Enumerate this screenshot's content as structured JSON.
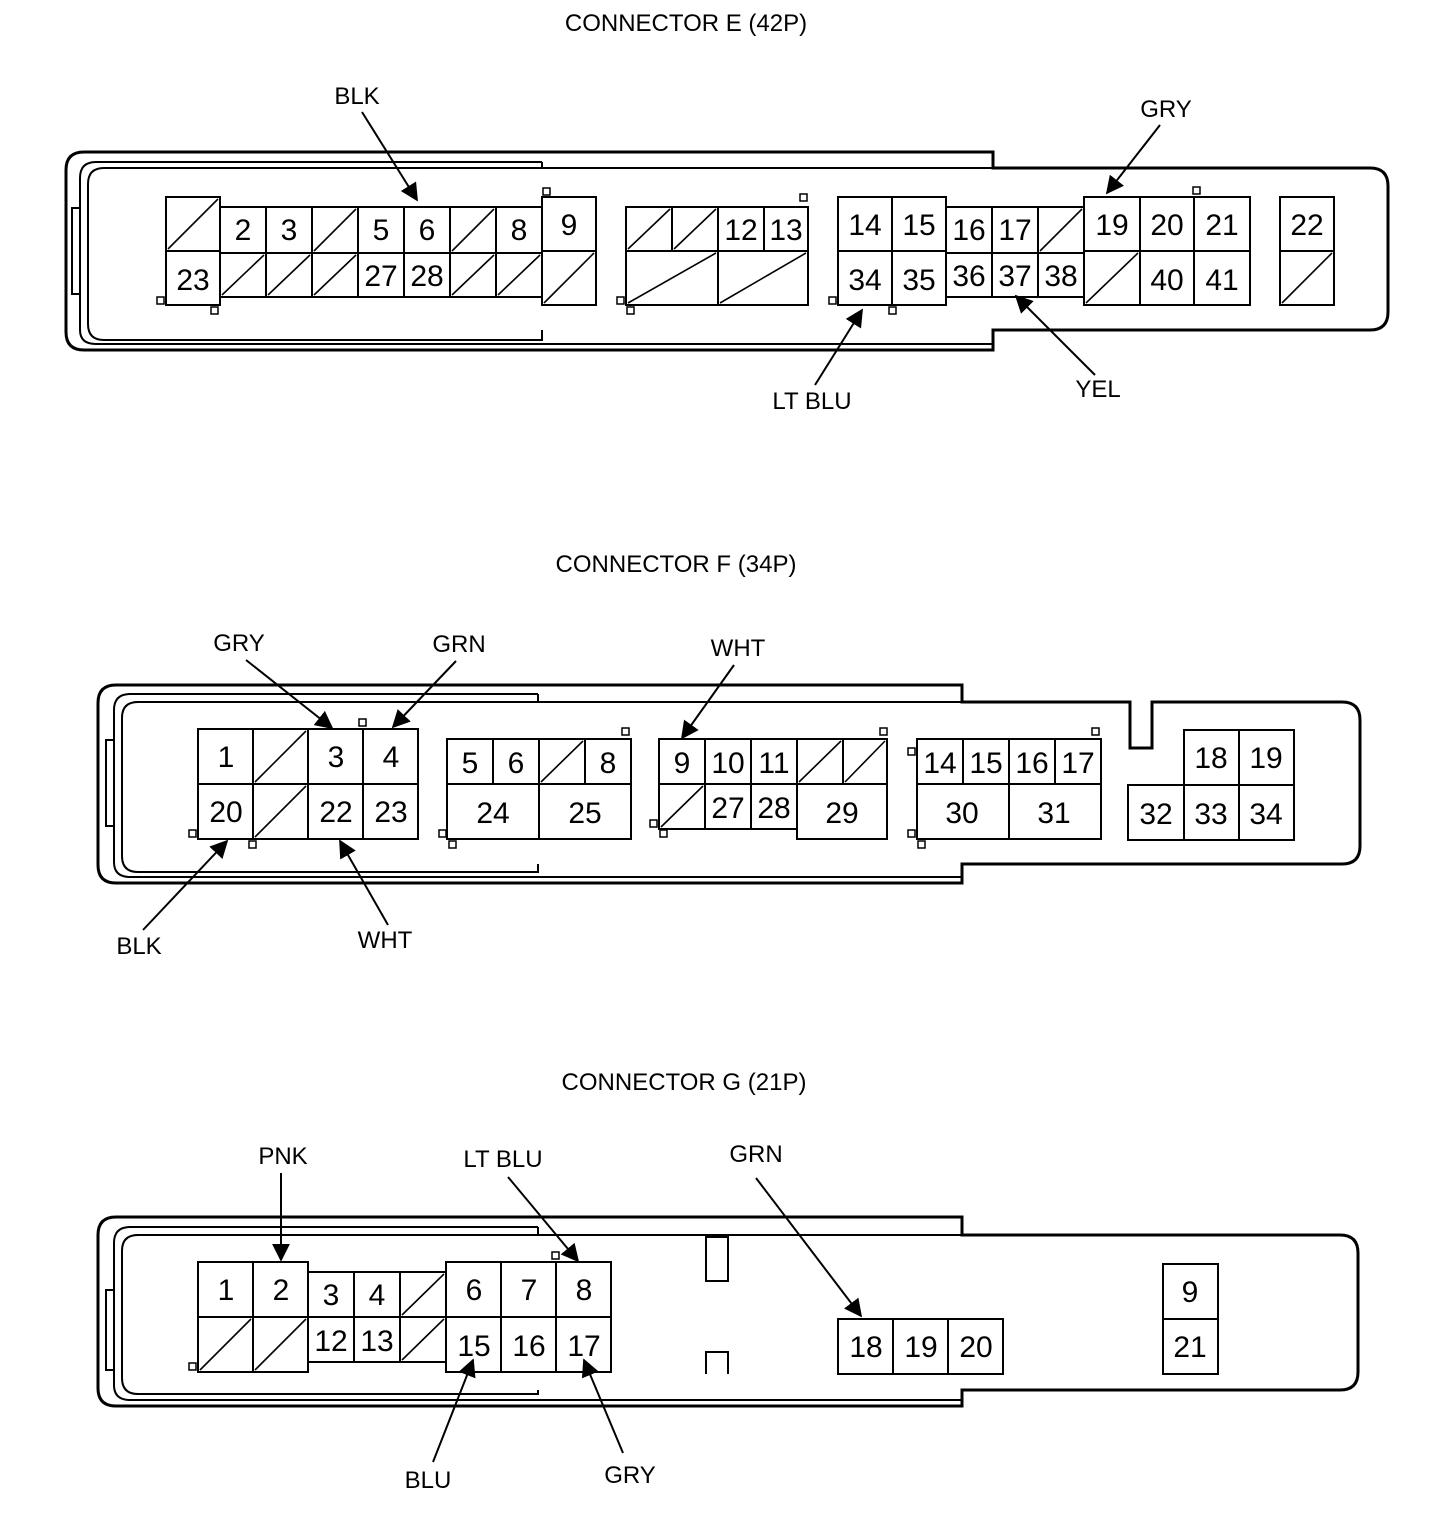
{
  "connectors": [
    {
      "id": "E",
      "title": "CONNECTOR E (42P)",
      "pins": [
        "2",
        "3",
        "5",
        "6",
        "8",
        "9",
        "12",
        "13",
        "14",
        "15",
        "16",
        "17",
        "19",
        "20",
        "21",
        "22",
        "23",
        "27",
        "28",
        "34",
        "35",
        "36",
        "37",
        "38",
        "40",
        "41"
      ],
      "wires": [
        {
          "label": "BLK",
          "pin": "6"
        },
        {
          "label": "GRY",
          "pin": "19"
        },
        {
          "label": "LT BLU",
          "pin": "34"
        },
        {
          "label": "YEL",
          "pin": "37"
        }
      ]
    },
    {
      "id": "F",
      "title": "CONNECTOR F (34P)",
      "pins": [
        "1",
        "3",
        "4",
        "5",
        "6",
        "8",
        "9",
        "10",
        "11",
        "14",
        "15",
        "16",
        "17",
        "18",
        "19",
        "20",
        "22",
        "23",
        "24",
        "25",
        "27",
        "28",
        "29",
        "30",
        "31",
        "32",
        "33",
        "34"
      ],
      "wires": [
        {
          "label": "GRY",
          "pin": "3"
        },
        {
          "label": "GRN",
          "pin": "4"
        },
        {
          "label": "WHT",
          "pin": "9"
        },
        {
          "label": "BLK",
          "pin": "20"
        },
        {
          "label": "WHT",
          "pin": "22"
        }
      ]
    },
    {
      "id": "G",
      "title": "CONNECTOR G (21P)",
      "pins": [
        "1",
        "2",
        "3",
        "4",
        "6",
        "7",
        "8",
        "9",
        "12",
        "13",
        "15",
        "16",
        "17",
        "18",
        "19",
        "20",
        "21"
      ],
      "wires": [
        {
          "label": "PNK",
          "pin": "2"
        },
        {
          "label": "LT BLU",
          "pin": "8"
        },
        {
          "label": "GRN",
          "pin": "18"
        },
        {
          "label": "BLU",
          "pin": "15"
        },
        {
          "label": "GRY",
          "pin": "17"
        }
      ]
    }
  ]
}
